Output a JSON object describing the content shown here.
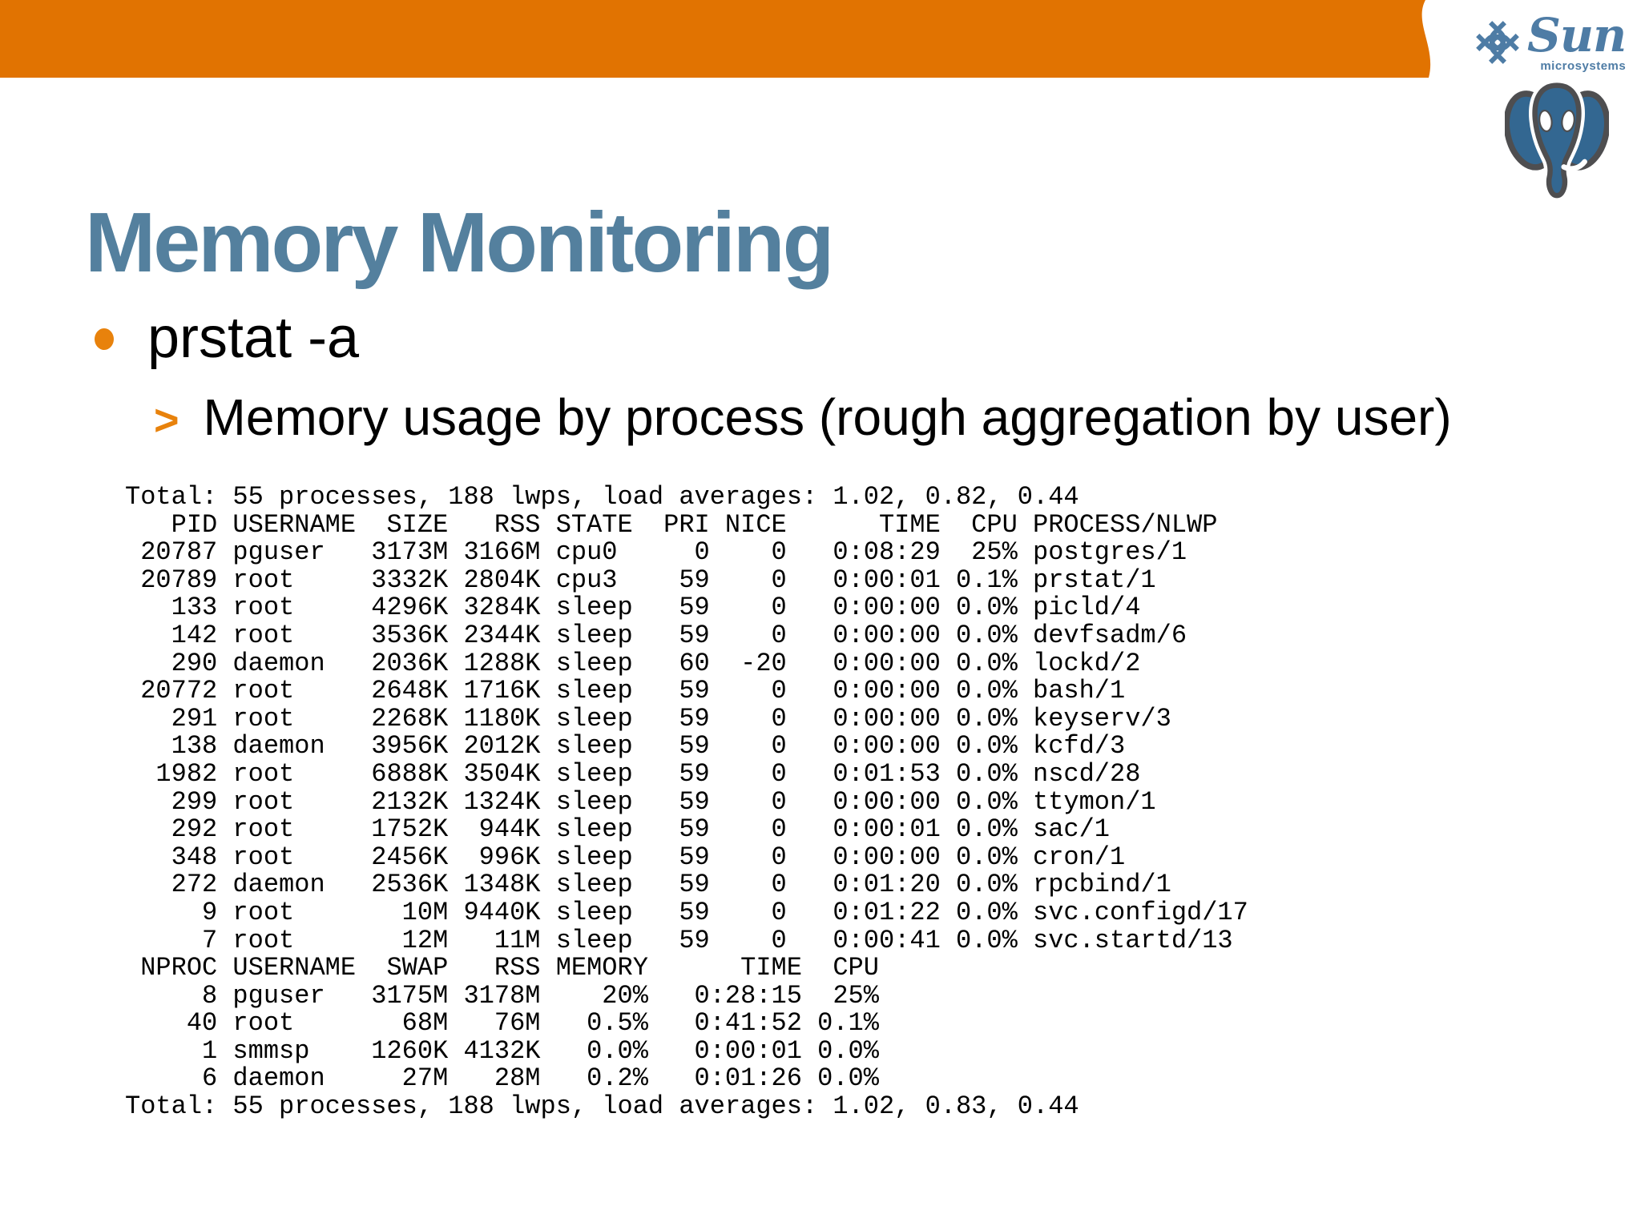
{
  "slide": {
    "title": "Memory Monitoring",
    "bullet": "prstat -a",
    "sub_bullet_glyph": ">",
    "sub_bullet": "Memory usage by process (rough aggregation by user)"
  },
  "branding": {
    "sun": {
      "name": "Sun",
      "tagline": "microsystems"
    },
    "postgresql_logo": "postgresql-elephant-icon"
  },
  "colors": {
    "header_bar_orange": "#E17301",
    "bullet_orange": "#E8820C",
    "title_blue": "#54809E",
    "sun_logo_blue": "#4E7CA5",
    "elephant_blue": "#336791",
    "elephant_outline": "#4E4E50",
    "text": "#000000",
    "background": "#FFFFFF"
  },
  "terminal": {
    "summary_top": "Total: 55 processes, 188 lwps, load averages: 1.02, 0.82, 0.44",
    "process_table": {
      "columns": [
        "PID",
        "USERNAME",
        "SIZE",
        "RSS",
        "STATE",
        "PRI",
        "NICE",
        "TIME",
        "CPU",
        "PROCESS/NLWP"
      ],
      "rows": [
        [
          "20787",
          "pguser",
          "3173M",
          "3166M",
          "cpu0",
          "0",
          "0",
          "0:08:29",
          "25%",
          "postgres/1"
        ],
        [
          "20789",
          "root",
          "3332K",
          "2804K",
          "cpu3",
          "59",
          "0",
          "0:00:01",
          "0.1%",
          "prstat/1"
        ],
        [
          "133",
          "root",
          "4296K",
          "3284K",
          "sleep",
          "59",
          "0",
          "0:00:00",
          "0.0%",
          "picld/4"
        ],
        [
          "142",
          "root",
          "3536K",
          "2344K",
          "sleep",
          "59",
          "0",
          "0:00:00",
          "0.0%",
          "devfsadm/6"
        ],
        [
          "290",
          "daemon",
          "2036K",
          "1288K",
          "sleep",
          "60",
          "-20",
          "0:00:00",
          "0.0%",
          "lockd/2"
        ],
        [
          "20772",
          "root",
          "2648K",
          "1716K",
          "sleep",
          "59",
          "0",
          "0:00:00",
          "0.0%",
          "bash/1"
        ],
        [
          "291",
          "root",
          "2268K",
          "1180K",
          "sleep",
          "59",
          "0",
          "0:00:00",
          "0.0%",
          "keyserv/3"
        ],
        [
          "138",
          "daemon",
          "3956K",
          "2012K",
          "sleep",
          "59",
          "0",
          "0:00:00",
          "0.0%",
          "kcfd/3"
        ],
        [
          "1982",
          "root",
          "6888K",
          "3504K",
          "sleep",
          "59",
          "0",
          "0:01:53",
          "0.0%",
          "nscd/28"
        ],
        [
          "299",
          "root",
          "2132K",
          "1324K",
          "sleep",
          "59",
          "0",
          "0:00:00",
          "0.0%",
          "ttymon/1"
        ],
        [
          "292",
          "root",
          "1752K",
          "944K",
          "sleep",
          "59",
          "0",
          "0:00:01",
          "0.0%",
          "sac/1"
        ],
        [
          "348",
          "root",
          "2456K",
          "996K",
          "sleep",
          "59",
          "0",
          "0:00:00",
          "0.0%",
          "cron/1"
        ],
        [
          "272",
          "daemon",
          "2536K",
          "1348K",
          "sleep",
          "59",
          "0",
          "0:01:20",
          "0.0%",
          "rpcbind/1"
        ],
        [
          "9",
          "root",
          "10M",
          "9440K",
          "sleep",
          "59",
          "0",
          "0:01:22",
          "0.0%",
          "svc.configd/17"
        ],
        [
          "7",
          "root",
          "12M",
          "11M",
          "sleep",
          "59",
          "0",
          "0:00:41",
          "0.0%",
          "svc.startd/13"
        ]
      ]
    },
    "user_table": {
      "columns": [
        "NPROC",
        "USERNAME",
        "SWAP",
        "RSS",
        "MEMORY",
        "TIME",
        "CPU"
      ],
      "rows": [
        [
          "8",
          "pguser",
          "3175M",
          "3178M",
          "20%",
          "0:28:15",
          "25%"
        ],
        [
          "40",
          "root",
          "68M",
          "76M",
          "0.5%",
          "0:41:52",
          "0.1%"
        ],
        [
          "1",
          "smmsp",
          "1260K",
          "4132K",
          "0.0%",
          "0:00:01",
          "0.0%"
        ],
        [
          "6",
          "daemon",
          "27M",
          "28M",
          "0.2%",
          "0:01:26",
          "0.0%"
        ]
      ]
    },
    "summary_bottom": "Total: 55 processes, 188 lwps, load averages: 1.02, 0.83, 0.44"
  }
}
